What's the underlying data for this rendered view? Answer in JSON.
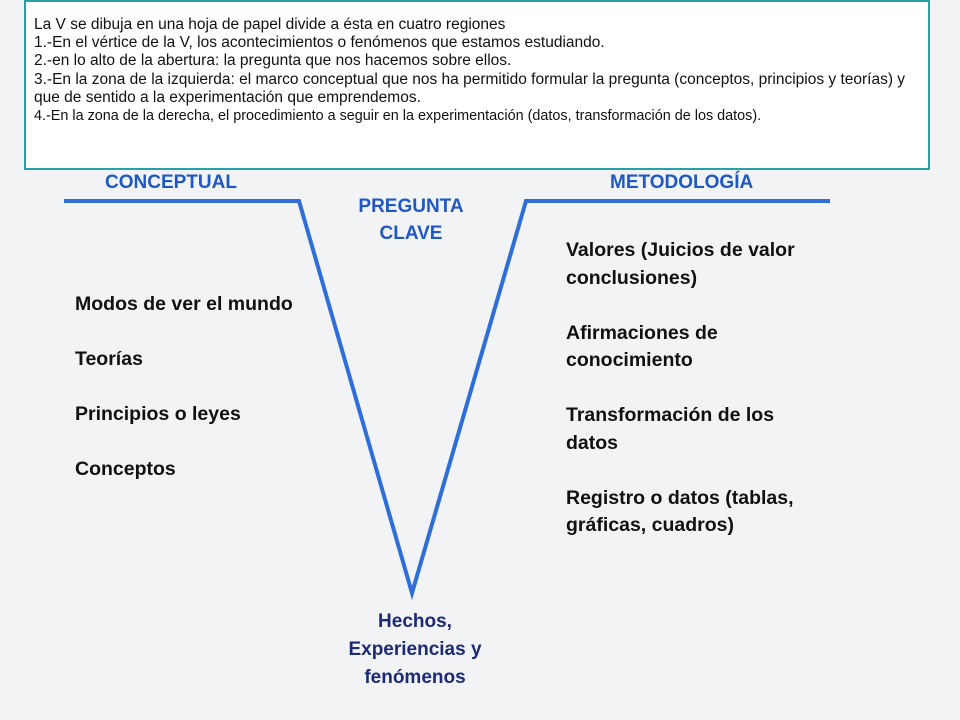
{
  "note": {
    "lines": [
      "La V se dibuja en una hoja de papel divide a ésta en cuatro regiones",
      "1.-En el vértice de la V, los acontecimientos o fenómenos que estamos estudiando.",
      "2.-en lo alto de la abertura: la pregunta que nos hacemos sobre ellos.",
      "3.-En la zona de la izquierda: el marco conceptual que nos ha permitido formular la pregunta (conceptos, principios y teorías) y que de sentido a la experimentación que emprendemos.",
      "4.-En la zona de la derecha, el procedimiento a seguir en la experimentación (datos, transformación de los datos)."
    ]
  },
  "headings": {
    "left": "CONCEPTUAL",
    "right": "METODOLOGÍA"
  },
  "pregunta": [
    "PREGUNTA",
    "CLAVE"
  ],
  "left_items": [
    "Modos de ver el mundo",
    "Teorías",
    "Principios o leyes",
    "Conceptos"
  ],
  "right_items": [
    "Valores (Juicios de valor conclusiones)",
    "Afirmaciones de conocimiento",
    "Transformación de los datos",
    "Registro o datos (tablas, gráficas, cuadros)"
  ],
  "vertex": [
    "Hechos,",
    "Experiencias y",
    "fenómenos"
  ],
  "colors": {
    "v_line": "#2f6ed8",
    "heading": "#1f58c4",
    "vertex_text": "#1c2a78",
    "note_border": "#27a0a8"
  }
}
